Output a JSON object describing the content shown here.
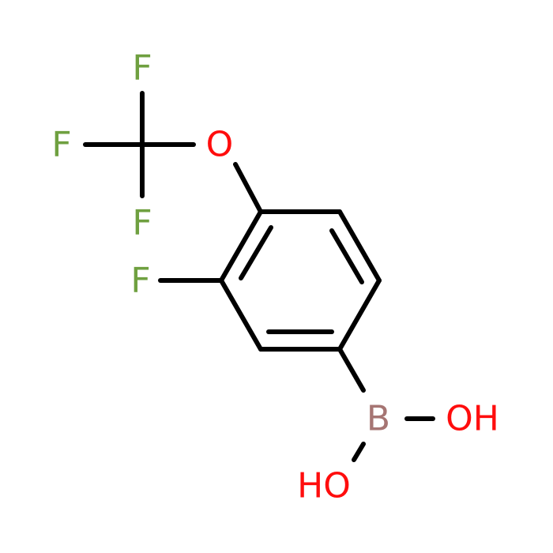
{
  "molecule": {
    "atoms": {
      "f_top": {
        "symbol": "F",
        "color": "#6fa040"
      },
      "f_left": {
        "symbol": "F",
        "color": "#6fa040"
      },
      "f_bottom": {
        "symbol": "F",
        "color": "#6fa040"
      },
      "o_ether": {
        "symbol": "O",
        "color": "#ff0d0d"
      },
      "f_ring": {
        "symbol": "F",
        "color": "#6fa040"
      },
      "boron": {
        "symbol": "B",
        "color": "#a67573"
      },
      "oh_right": {
        "symbol": "OH",
        "color": "#ff0d0d"
      },
      "oh_bottom": {
        "symbol": "HO",
        "color": "#ff0d0d"
      }
    }
  }
}
